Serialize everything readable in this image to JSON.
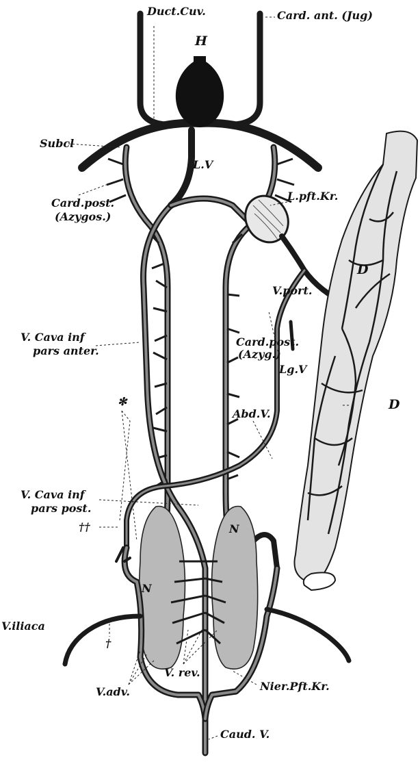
{
  "labels": {
    "duct_cuv": "Duct.Cuv.",
    "card_ant": "Card. ant. (Jug)",
    "heart": "H",
    "subcl": "Subcl",
    "lv": "L.V",
    "lpft_kr": "L.pft.Kr.",
    "card_post_azygos_1": "Card.post.",
    "card_post_azygos_2": "(Azygos.)",
    "d_upper": "D",
    "v_port": "V.port.",
    "v_cava_inf_anter_1": "V. Cava inf",
    "v_cava_inf_anter_2": "pars anter.",
    "card_post_azyg_1": "Card.post.",
    "card_post_azyg_2": "(Azyg.)",
    "lg_v": "Lg.V",
    "abd_v": "Abd.V.",
    "d_lower": "D",
    "asterisk": "✻",
    "v_cava_inf_post_1": "V. Cava inf",
    "v_cava_inf_post_2": "pars post.",
    "double_cross": "††",
    "n_left": "N",
    "n_right": "N",
    "v_iliaca": "V.iliaca",
    "single_cross": "†",
    "v_rev": "V. rev.",
    "v_adv": "V.adv.",
    "nier_pft_kr": "Nier.Pft.Kr.",
    "caud_v": "Caud. V."
  },
  "colors": {
    "ink": "#1a1a1a",
    "kidney_fill": "#b9b9b9",
    "intestine_fill": "#dcdcdc",
    "heart_fill": "#111111"
  }
}
